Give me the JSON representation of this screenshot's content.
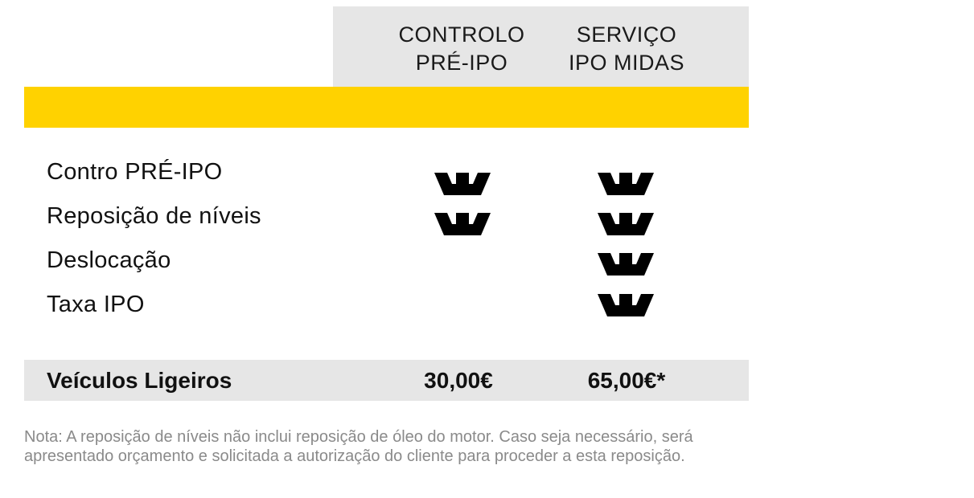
{
  "header": {
    "columns": [
      {
        "title": "CONTROLO\nPRÉ-IPO"
      },
      {
        "title": "SERVIÇO\nIPO MIDAS"
      }
    ]
  },
  "colors": {
    "accent": "#ffd200",
    "header_bg": "#e6e6e6",
    "note_text": "#8a8a8a"
  },
  "rows": [
    {
      "label": "Contro PRÉ-IPO",
      "col1": true,
      "col2": true
    },
    {
      "label": "Reposição de níveis",
      "col1": true,
      "col2": true
    },
    {
      "label": "Deslocação",
      "col1": false,
      "col2": true
    },
    {
      "label": "Taxa IPO",
      "col1": false,
      "col2": true
    }
  ],
  "icon": "crown-check-icon",
  "pricing": {
    "label": "Veículos Ligeiros",
    "col1": "30,00€",
    "col2": "65,00€*"
  },
  "note": "Nota: A reposição de níveis não inclui reposição de óleo do motor. Caso seja necessário, será apresentado orçamento e solicitada a autorização do cliente para proceder a esta reposição."
}
